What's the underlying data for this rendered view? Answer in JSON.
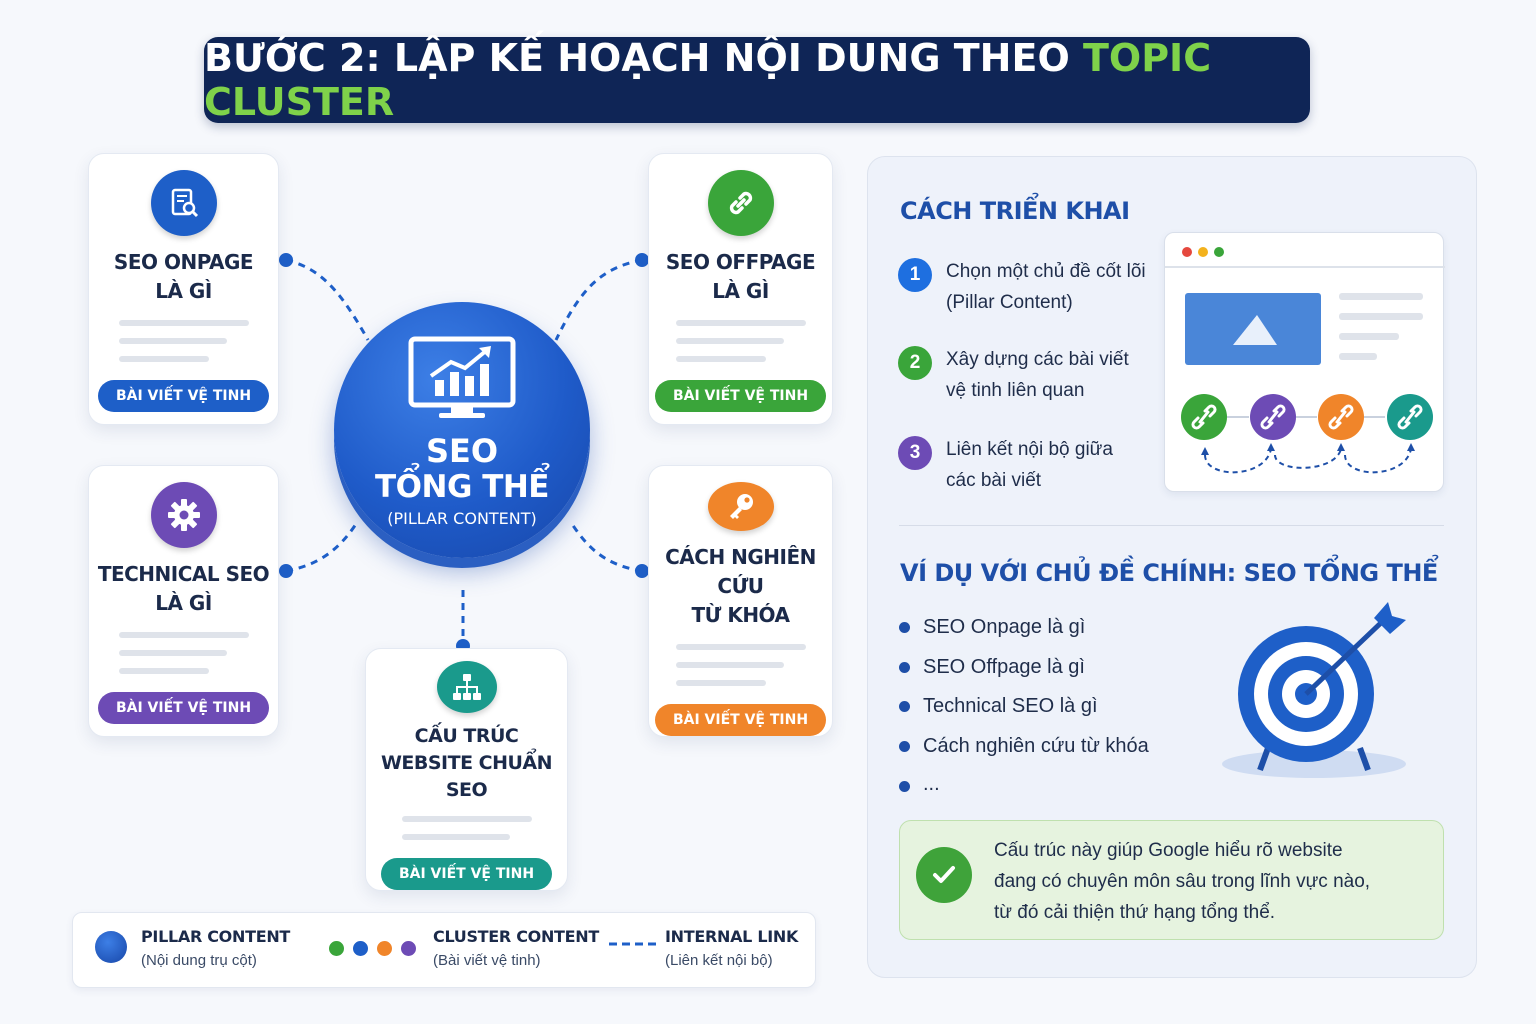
{
  "header": {
    "title_main": "BƯỚC 2: LẬP KẾ HOẠCH NỘI DUNG THEO ",
    "title_highlight": "TOPIC CLUSTER"
  },
  "pillar": {
    "line1": "SEO",
    "line2": "TỔNG THỂ",
    "line3": "(PILLAR CONTENT)",
    "icon": "chart-monitor-icon"
  },
  "clusters": [
    {
      "title1": "SEO ONPAGE",
      "title2": "LÀ GÌ",
      "badge": "BÀI VIẾT VỆ TINH",
      "color": "#1e5fc8",
      "icon": "document-search-icon"
    },
    {
      "title1": "SEO OFFPAGE",
      "title2": "LÀ GÌ",
      "badge": "BÀI VIẾT VỆ TINH",
      "color": "#3aa53a",
      "icon": "link-icon"
    },
    {
      "title1": "TECHNICAL SEO",
      "title2": "LÀ GÌ",
      "badge": "BÀI VIẾT VỆ TINH",
      "color": "#6d4bb5",
      "icon": "gear-icon"
    },
    {
      "title1": "CÁCH NGHIÊN CỨU",
      "title2": "TỪ KHÓA",
      "badge": "BÀI VIẾT VỆ TINH",
      "color": "#f0852a",
      "icon": "key-icon"
    },
    {
      "title1": "CẤU TRÚC",
      "title2": "WEBSITE CHUẨN SEO",
      "badge": "BÀI VIẾT VỆ TINH",
      "color": "#1a9a8c",
      "icon": "sitemap-icon"
    }
  ],
  "legend": {
    "pillar_title": "PILLAR CONTENT",
    "pillar_sub": "(Nội dung trụ cột)",
    "cluster_title": "CLUSTER CONTENT",
    "cluster_sub": "(Bài viết vệ tinh)",
    "link_title": "INTERNAL LINK",
    "link_sub": "(Liên kết nội bộ)"
  },
  "panel": {
    "section1_title": "CÁCH TRIỂN KHAI",
    "steps": [
      {
        "num": "1",
        "line1": "Chọn một chủ đề cốt lõi",
        "line2": "(Pillar Content)",
        "color": "#1e6fe0"
      },
      {
        "num": "2",
        "line1": "Xây dựng các bài viết",
        "line2": "vệ tinh liên quan",
        "color": "#3aa53a"
      },
      {
        "num": "3",
        "line1": "Liên kết nội bộ giữa",
        "line2": "các bài viết",
        "color": "#6d4bb5"
      }
    ],
    "section2_title": "VÍ DỤ VỚI CHỦ ĐỀ CHÍNH: SEO TỔNG THỂ",
    "examples": [
      "SEO Onpage là gì",
      "SEO Offpage là gì",
      "Technical SEO là gì",
      "Cách nghiên cứu từ khóa",
      "..."
    ],
    "note_lines": [
      "Cấu trúc này giúp Google hiểu rõ website",
      "đang có chuyên môn sâu trong lĩnh vực nào,",
      "từ đó cải thiện thứ hạng tổng thể."
    ]
  },
  "colors": {
    "navy": "#0f2556",
    "blue": "#1e5fc8",
    "green": "#3aa53a",
    "purple": "#6d4bb5",
    "orange": "#f0852a",
    "teal": "#1a9a8c",
    "highlight": "#7fd24a"
  }
}
